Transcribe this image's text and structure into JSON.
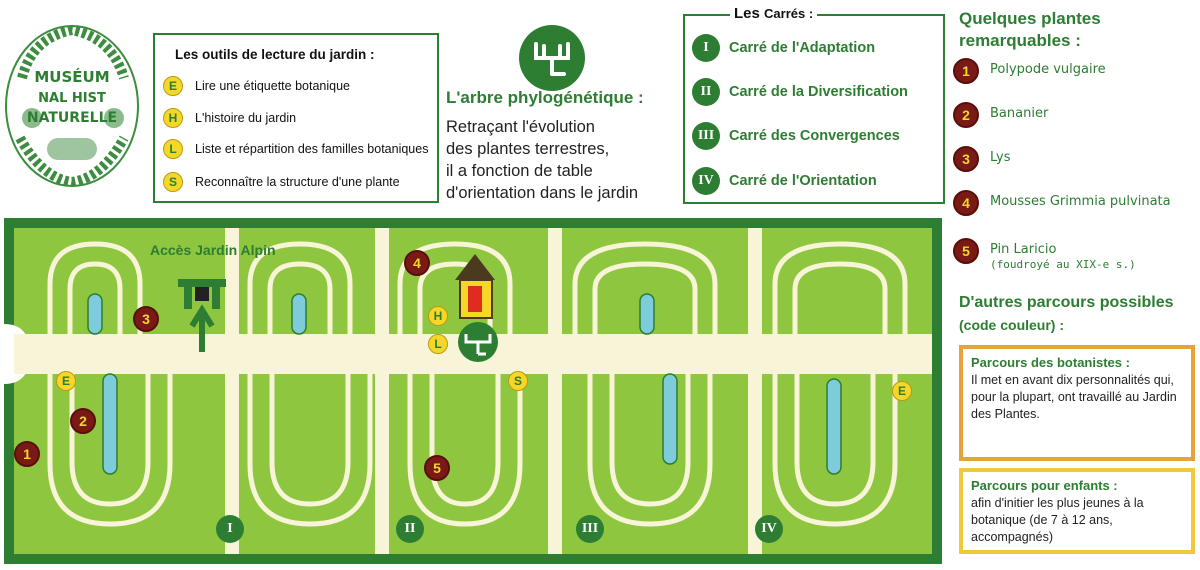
{
  "logo": {
    "lines": [
      "MUSÉUM",
      "NAL HIST",
      "NATURELLE"
    ]
  },
  "tools": {
    "title": "Les outils de lecture du jardin :",
    "items": [
      {
        "badge": "E",
        "label": "Lire une étiquette botanique"
      },
      {
        "badge": "H",
        "label": "L'histoire du jardin"
      },
      {
        "badge": "L",
        "label": "Liste et répartition des familles botaniques"
      },
      {
        "badge": "S",
        "label": "Reconnaître la structure d'une plante"
      }
    ]
  },
  "phylo": {
    "title": "L'arbre phylogénétique :",
    "desc": [
      "Retraçant l'évolution",
      "des plantes terrestres,",
      "il a fonction de table",
      "d'orientation dans le jardin"
    ]
  },
  "carres": {
    "title_les": "Les",
    "title_carres": "Carrés :",
    "items": [
      {
        "badge": "I",
        "label": "Carré de l'Adaptation"
      },
      {
        "badge": "II",
        "label": "Carré de la Diversification"
      },
      {
        "badge": "III",
        "label": "Carré des Convergences"
      },
      {
        "badge": "IV",
        "label": "Carré de l'Orientation"
      }
    ]
  },
  "plantes": {
    "title": "Quelques plantes remarquables :",
    "items": [
      {
        "num": "1",
        "label": "Polypode vulgaire",
        "sub": ""
      },
      {
        "num": "2",
        "label": "Bananier",
        "sub": ""
      },
      {
        "num": "3",
        "label": "Lys",
        "sub": ""
      },
      {
        "num": "4",
        "label": "Mousses Grimmia pulvinata",
        "sub": ""
      },
      {
        "num": "5",
        "label": "Pin Laricio",
        "sub": "(foudroyé au XIX-e s.)"
      }
    ]
  },
  "autres": {
    "title_main": "D'autres parcours possibles",
    "title_small": "(code couleur) :"
  },
  "parcours_botanistes": {
    "title": "Parcours des botanistes :",
    "text": "Il met en avant dix personnalités qui, pour la plupart, ont travaillé au Jardin des Plantes."
  },
  "parcours_enfants": {
    "title": "Parcours pour enfants :",
    "text": "afin d'initier les plus jeunes à la botanique (de 7 à 12 ans, accompagnés)"
  },
  "map": {
    "acces_label": "Accès Jardin Alpin",
    "carre_badges": [
      "I",
      "II",
      "III",
      "IV"
    ],
    "plant_markers": [
      "1",
      "2",
      "3",
      "4",
      "5"
    ],
    "tool_markers": [
      "E",
      "E",
      "H",
      "L",
      "S"
    ]
  },
  "colors": {
    "green": "#2d7d32",
    "lawn": "#8fc640",
    "path": "#f8f4d8",
    "water": "#7ecbdc",
    "marker_red": "#7a1a17",
    "marker_yellow": "#f6d627",
    "orange_border": "#e8a23a",
    "yellow_border": "#f2c83a"
  }
}
